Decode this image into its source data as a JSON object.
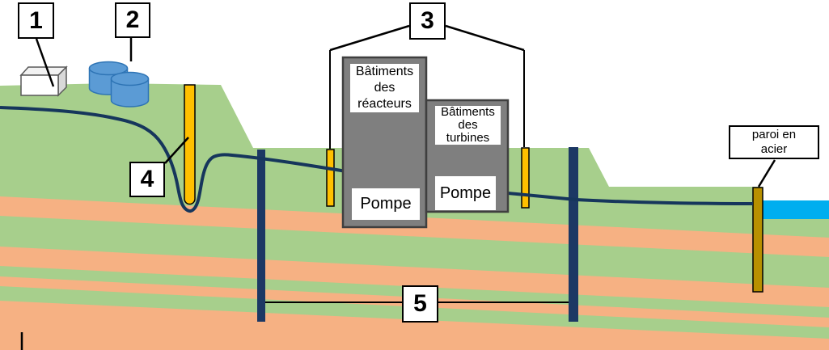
{
  "callouts": {
    "label_1": "1",
    "label_2": "2",
    "label_3": "3",
    "label_4": "4",
    "label_5": "5"
  },
  "labels": {
    "reactor_building": "Bâtiments\ndes\nréacteurs",
    "turbine_building": "Bâtiments\ndes\nturbines",
    "reactor_pump": "Pompe",
    "turbine_pump": "Pompe",
    "steel_wall": "paroi en\nacier"
  },
  "colors": {
    "terrain-green": "#A7CF8C",
    "clay-salmon": "#F6B183",
    "water-line-navy": "#16365C",
    "wall-navy": "#1C3864",
    "well-yellow": "#FFC000",
    "steel-wall-gold": "#B89000",
    "sea-blue": "#00AEEF",
    "building-gray": "#7F7F7F",
    "building-border": "#3F3F3F",
    "tank-blue": "#5B9BD5",
    "tank-border": "#2E74B5"
  }
}
